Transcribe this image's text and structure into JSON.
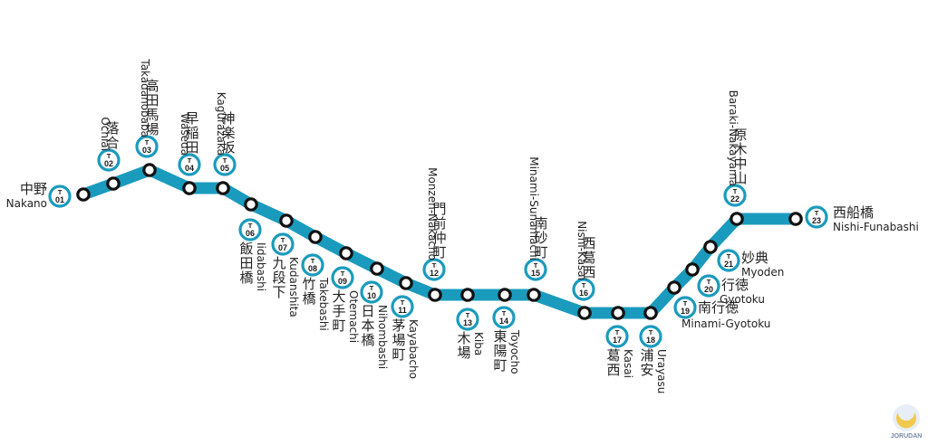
{
  "line": {
    "color": "#1a9bbd",
    "badge_prefix": "T",
    "stations": [
      {
        "code": "01",
        "jp": "中野",
        "en": "Nakano"
      },
      {
        "code": "02",
        "jp": "落合",
        "en": "Ochiai"
      },
      {
        "code": "03",
        "jp": "高田馬場",
        "en": "Takadanobaba"
      },
      {
        "code": "04",
        "jp": "早稲田",
        "en": "Waseda"
      },
      {
        "code": "05",
        "jp": "神楽坂",
        "en": "Kagurazaka"
      },
      {
        "code": "06",
        "jp": "飯田橋",
        "en": "Iidabashi"
      },
      {
        "code": "07",
        "jp": "九段下",
        "en": "Kudanshita"
      },
      {
        "code": "08",
        "jp": "竹橋",
        "en": "Takebashi"
      },
      {
        "code": "09",
        "jp": "大手町",
        "en": "Otemachi"
      },
      {
        "code": "10",
        "jp": "日本橋",
        "en": "Nihombashi"
      },
      {
        "code": "11",
        "jp": "茅場町",
        "en": "Kayabacho"
      },
      {
        "code": "12",
        "jp": "門前仲町",
        "en": "Monzen-Nakacho"
      },
      {
        "code": "13",
        "jp": "木場",
        "en": "Kiba"
      },
      {
        "code": "14",
        "jp": "東陽町",
        "en": "Toyocho"
      },
      {
        "code": "15",
        "jp": "南砂町",
        "en": "Minami-Sunamachi"
      },
      {
        "code": "16",
        "jp": "西葛西",
        "en": "Nishi-Kasai"
      },
      {
        "code": "17",
        "jp": "葛西",
        "en": "Kasai"
      },
      {
        "code": "18",
        "jp": "浦安",
        "en": "Urayasu"
      },
      {
        "code": "19",
        "jp": "南行徳",
        "en": "Minami-Gyotoku"
      },
      {
        "code": "20",
        "jp": "行徳",
        "en": "Gyotoku"
      },
      {
        "code": "21",
        "jp": "妙典",
        "en": "Myoden"
      },
      {
        "code": "22",
        "jp": "原木中山",
        "en": "Baraki-Nakayama"
      },
      {
        "code": "23",
        "jp": "西船橋",
        "en": "Nishi-Funabashi"
      }
    ]
  },
  "watermark": {
    "text": "JORUDAN"
  }
}
